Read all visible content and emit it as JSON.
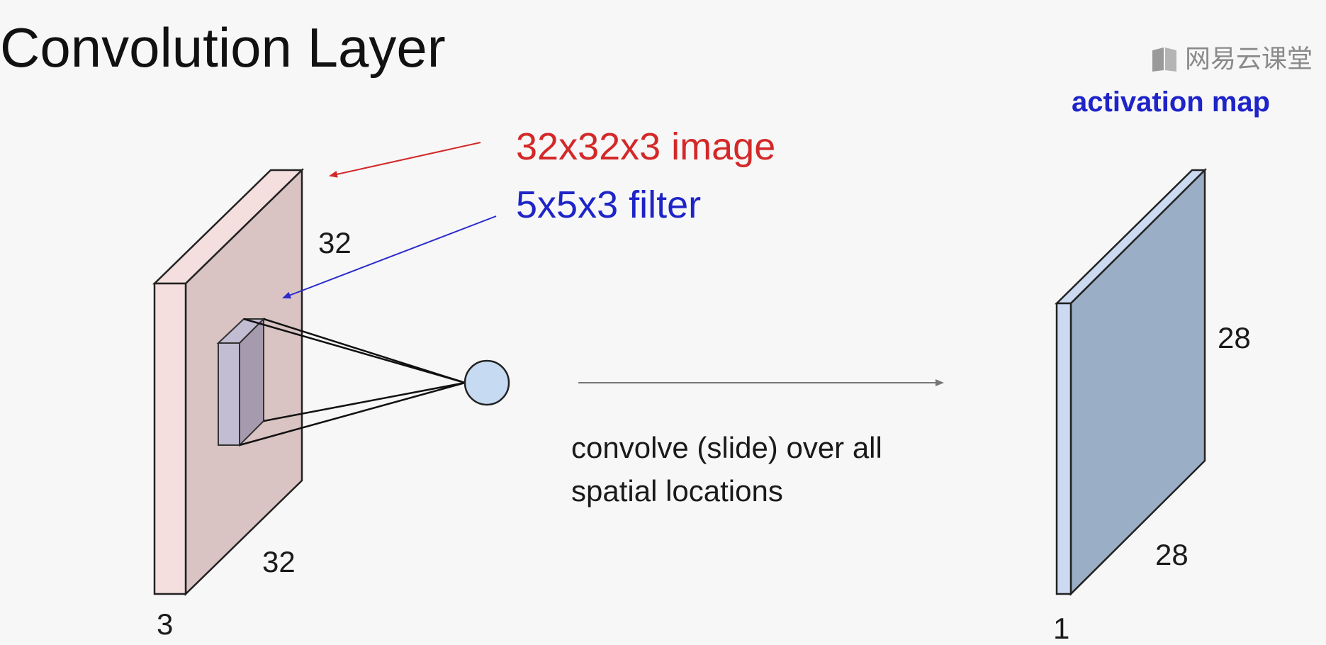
{
  "title": "Convolution Layer",
  "watermark": {
    "icon": "book-icon",
    "text": "网易云课堂"
  },
  "input_volume": {
    "label": "32x32x3 image",
    "label_color": "#d42828",
    "height": "32",
    "width": "32",
    "depth": "3",
    "face_color": "#d9c3c3",
    "side_color": "#f4dede"
  },
  "filter": {
    "label": "5x5x3 filter",
    "label_color": "#1e24c8",
    "face_color": "#a59aae",
    "side_color": "#c2bdd2"
  },
  "neuron": {
    "fill_color": "#c6daf2"
  },
  "operation": {
    "line1": "convolve (slide) over all",
    "line2": "spatial locations"
  },
  "activation_map": {
    "label": "activation map",
    "label_color": "#1e24c8",
    "height": "28",
    "width": "28",
    "depth": "1",
    "face_color": "#9aaec6",
    "side_color": "#cbdaf0"
  }
}
